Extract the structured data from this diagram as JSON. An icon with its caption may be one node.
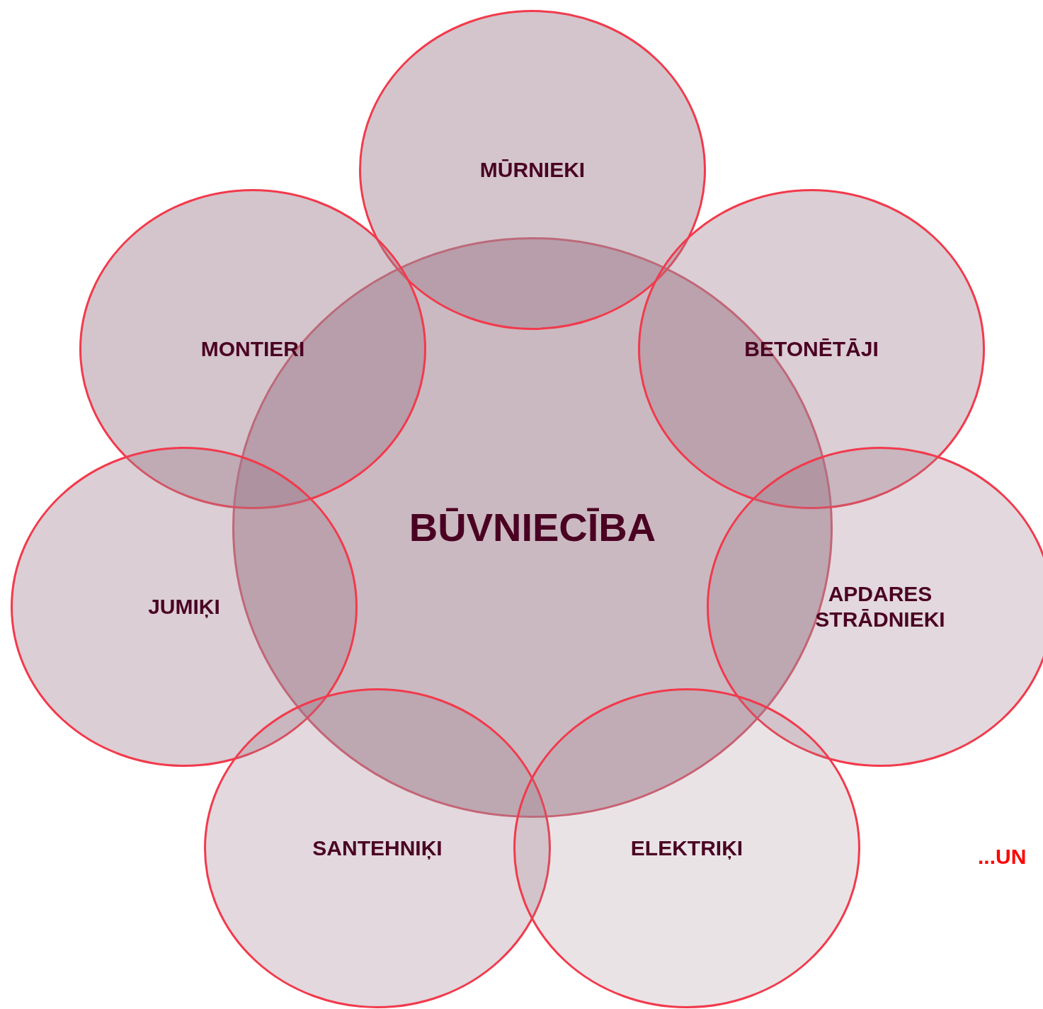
{
  "diagram": {
    "nodes": [
      {
        "text": [
          "MŪRNIEKI"
        ]
      },
      {
        "text": [
          "MONTIERI"
        ]
      },
      {
        "text": [
          "BETONĒTĀJI"
        ]
      },
      {
        "text": [
          "BŪVNIECĪBA"
        ]
      },
      {
        "text": [
          "JUMIĶI"
        ]
      },
      {
        "text": [
          "APDARES STRĀDNIEKI"
        ]
      },
      {
        "text": [
          "SANTEHNIĶI"
        ]
      },
      {
        "text": [
          "ELEKTRIĶI"
        ]
      }
    ],
    "labels": [
      "...UN"
    ]
  }
}
